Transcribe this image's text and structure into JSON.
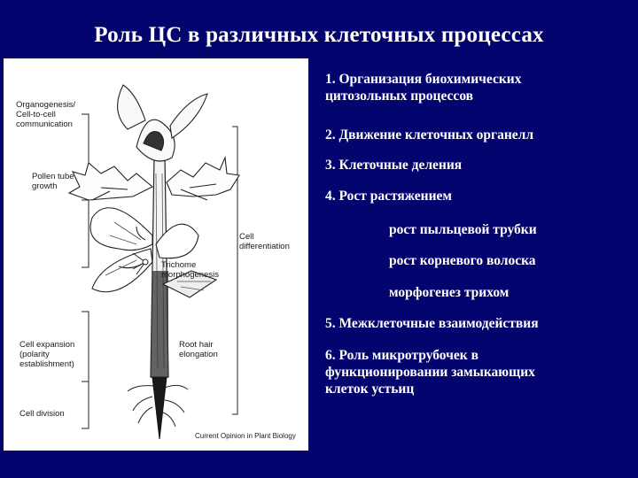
{
  "slide": {
    "title": "Роль ЦС в различных клеточных процессах",
    "background_color": "#04046e",
    "text_color": "#ffffff"
  },
  "figure": {
    "labels": {
      "organogenesis": "Organogenesis/\nCell-to-cell\ncommunication",
      "pollen_tube": "Pollen tube\ngrowth",
      "cell_differentiation": "Cell\ndifferentiation",
      "trichome": "Trichome\nmorphogenesis",
      "cell_expansion": "Cell expansion\n(polarity\nestablishment)",
      "root_hair": "Root hair\nelongation",
      "cell_division": "Cell division",
      "source": "Current Opinion in Plant Biology"
    }
  },
  "list": {
    "item1": "1. Организация биохимических\nцитозольных процессов",
    "item2": "2. Движение клеточных органелл",
    "item3": "3. Клеточные деления",
    "item4": "4. Рост растяжением",
    "sub1": "рост пыльцевой трубки",
    "sub2": "рост корневого волоска",
    "sub3": "морфогенез трихом",
    "item5": "5. Межклеточные взаимодействия",
    "item6": "6. Роль микротрубочек в\nфункционировании замыкающих\nклеток устьиц"
  }
}
